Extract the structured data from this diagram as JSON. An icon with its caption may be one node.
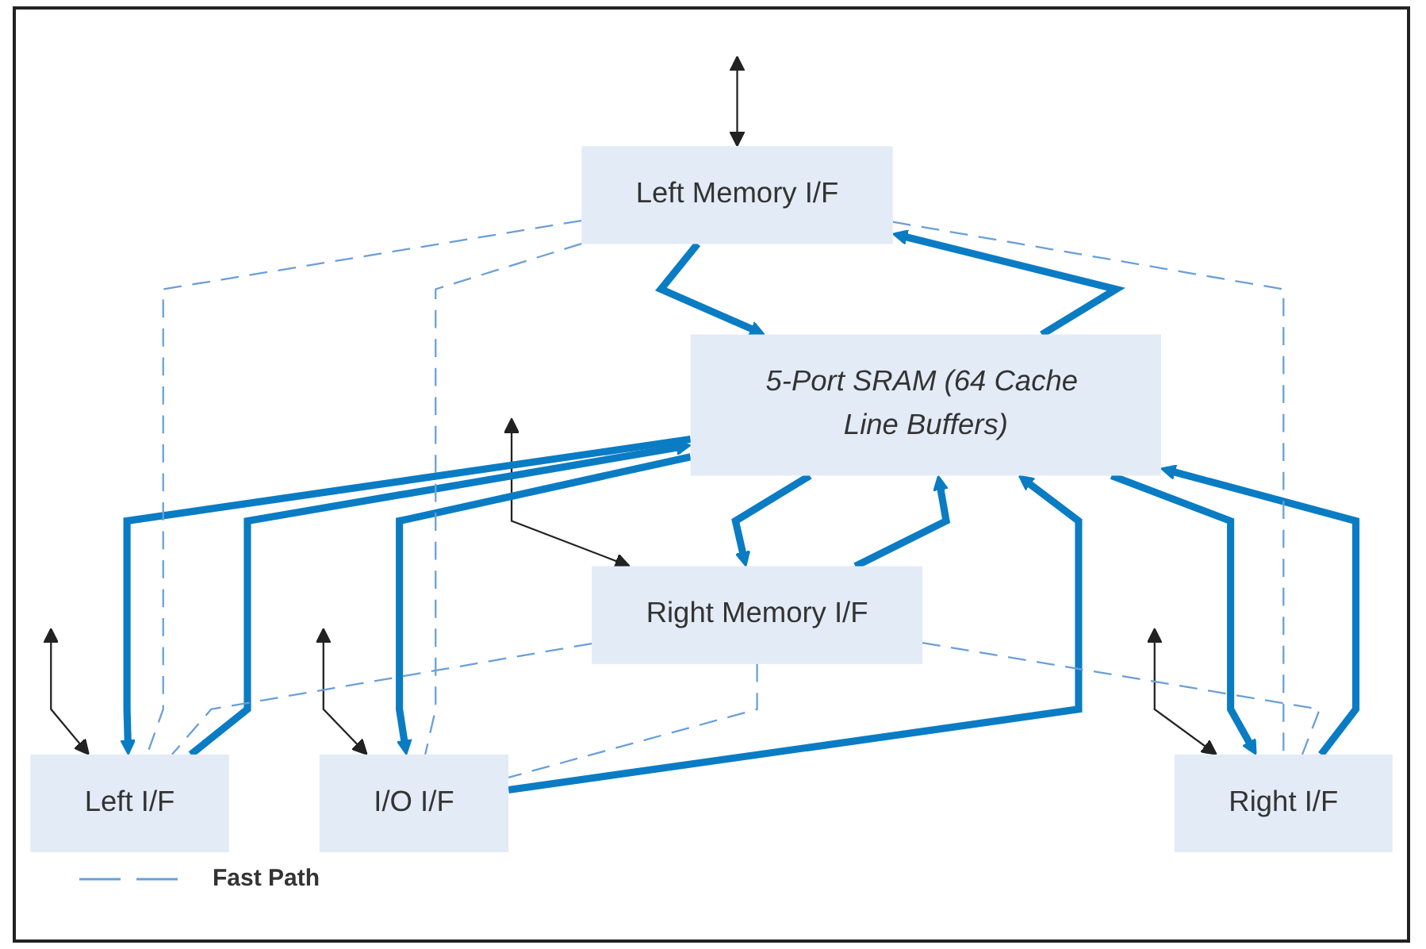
{
  "diagram": {
    "nodes": [
      {
        "text": [
          "Left Memory I/F"
        ]
      },
      {
        "text": [
          "Right Memory I/F"
        ]
      },
      {
        "text": [
          "Left I/F"
        ]
      },
      {
        "text": [
          "5-Port SRAM (64 Cache Line Buffers)"
        ]
      },
      {
        "text": [
          "Right I/F"
        ]
      },
      {
        "text": [
          "I/O I/F"
        ]
      }
    ],
    "edges": [
      {
        "from": null,
        "to": 0,
        "arrow": "both",
        "color": "#222222"
      },
      {
        "from": null,
        "to": 1,
        "arrow": "both",
        "color": "#222222"
      },
      {
        "from": null,
        "to": 2,
        "arrow": "both",
        "color": "#222222"
      },
      {
        "from": null,
        "to": 4,
        "arrow": "both",
        "color": "#222222"
      },
      {
        "from": null,
        "to": 5,
        "arrow": "both",
        "color": "#222222"
      },
      {
        "from": 0,
        "to": 3,
        "arrow": "to",
        "style": "thick",
        "color": "#0a7cc4"
      },
      {
        "from": 3,
        "to": 0,
        "arrow": "to",
        "style": "thick",
        "color": "#0a7cc4"
      },
      {
        "from": 3,
        "to": 1,
        "arrow": "to",
        "style": "thick",
        "color": "#0a7cc4"
      },
      {
        "from": 1,
        "to": 3,
        "arrow": "to",
        "style": "thick",
        "color": "#0a7cc4"
      },
      {
        "from": 3,
        "to": 2,
        "arrow": "to",
        "style": "thick",
        "color": "#0a7cc4"
      },
      {
        "from": 2,
        "to": 3,
        "arrow": "to",
        "style": "thick",
        "color": "#0a7cc4"
      },
      {
        "from": 3,
        "to": 4,
        "arrow": "to",
        "style": "thick",
        "color": "#0a7cc4"
      },
      {
        "from": 4,
        "to": 3,
        "arrow": "to",
        "style": "thick",
        "color": "#0a7cc4"
      },
      {
        "from": 5,
        "to": 3,
        "arrow": "to",
        "style": "thick",
        "color": "#0a7cc4"
      },
      {
        "from": 3,
        "to": 5,
        "arrow": "to",
        "style": "thick",
        "color": "#0a7cc4"
      },
      {
        "from": 0,
        "to": 2,
        "arrow": "none",
        "style": "dashed",
        "color": "#6a9fd8"
      },
      {
        "from": 0,
        "to": 5,
        "arrow": "none",
        "style": "dashed",
        "color": "#6a9fd8"
      },
      {
        "from": 0,
        "to": 4,
        "arrow": "none",
        "style": "dashed",
        "color": "#6a9fd8"
      },
      {
        "from": 1,
        "to": 2,
        "arrow": "none",
        "style": "dashed",
        "color": "#6a9fd8"
      },
      {
        "from": 1,
        "to": 5,
        "arrow": "none",
        "style": "dashed",
        "color": "#6a9fd8"
      },
      {
        "from": 1,
        "to": 4,
        "arrow": "none",
        "style": "dashed",
        "color": "#6a9fd8"
      }
    ],
    "legend": [
      {
        "text": "Fast Path"
      }
    ]
  }
}
